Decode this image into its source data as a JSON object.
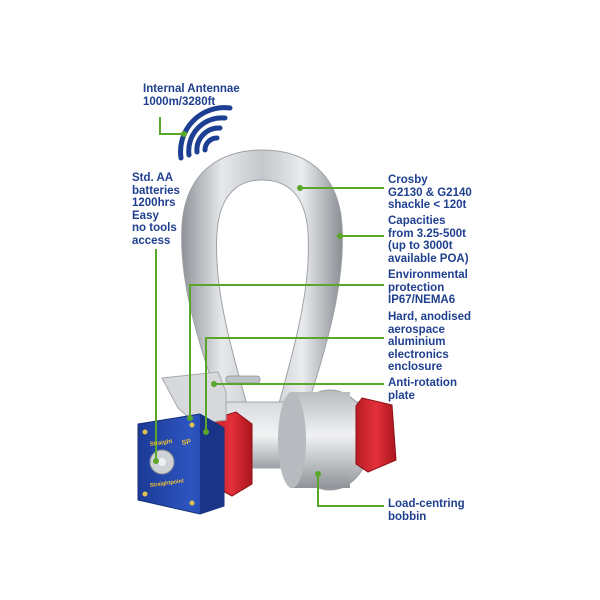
{
  "callouts": {
    "antennae": "Internal Antennae\n1000m/3280ft",
    "batteries": "Std. AA\nbatteries\n1200hrs\nEasy\nno tools\naccess",
    "shackle": "Crosby\nG2130 & G2140\nshackle < 120t",
    "capacities": "Capacities\nfrom 3.25-500t\n(up to 3000t\navailable POA)",
    "environmental": "Environmental\nprotection\nIP67/NEMA6",
    "enclosure": "Hard, anodised\naerospace\naluminium\nelectronics\nenclosure",
    "antirotation": "Anti-rotation\nplate",
    "bobbin": "Load-centring\nbobbin"
  },
  "product_labels": {
    "brand_top": "Straight",
    "brand_mid": "SP",
    "brand_bottom": "Straightpoint"
  },
  "colors": {
    "callout_text": "#1f3f8f",
    "leader_line": "#5aa62a",
    "enclosure_blue": "#2646a8",
    "cap_red": "#d8252f",
    "shackle_grey": "#c9ccd0",
    "wifi_blue": "#1d3f93"
  },
  "icons": [
    "wifi-signal-icon"
  ]
}
